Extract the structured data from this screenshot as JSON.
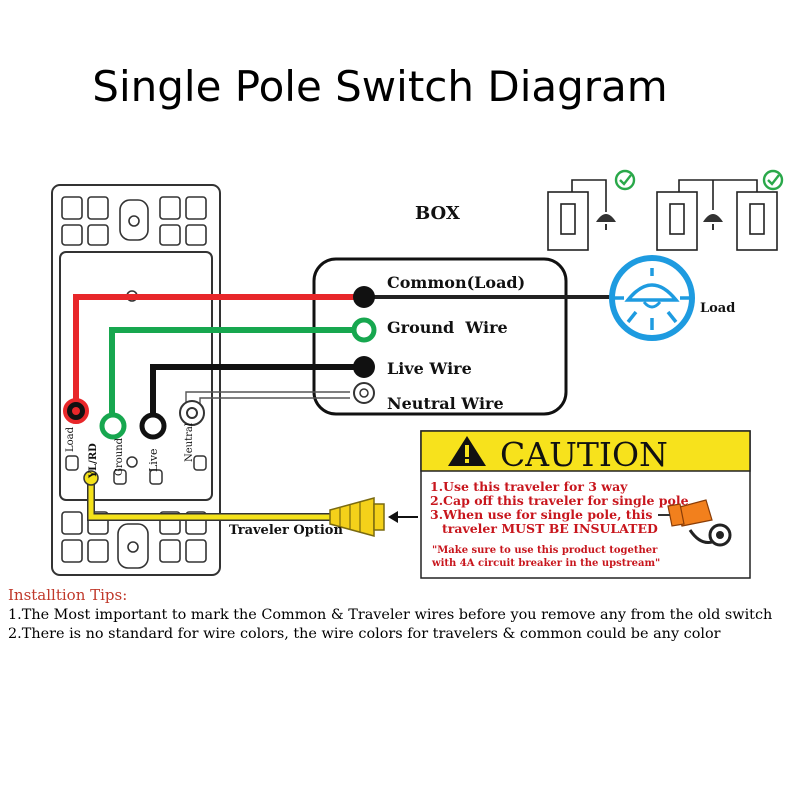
{
  "title": "Single Pole Switch Diagram",
  "box_label": "BOX",
  "wires": {
    "common": "Common(Load)",
    "ground": "Ground  Wire",
    "live": "Live Wire",
    "neutral": "Neutral Wire"
  },
  "load_label": "Load",
  "terminals": {
    "load": "Load",
    "ground": "Ground",
    "live": "Live",
    "neutral": "Neutral",
    "traveler": "YL/RD"
  },
  "traveler_option": "Traveler Option",
  "caution": {
    "heading": "CAUTION",
    "items": [
      "1.Use this traveler for 3 way",
      "2.Cap off this traveler for single pole",
      "3.When use for single pole, this",
      "traveler MUST BE INSULATED"
    ],
    "note": [
      "\"Make sure to use this product together",
      "with 4A circuit breaker in the upstream\""
    ]
  },
  "tips": {
    "title": "Installtion Tips:",
    "lines": [
      "1.The Most important to mark the Common & Traveler wires before you remove any from the old switch",
      "2.There is no standard for wire colors, the wire colors for travelers & common could be any color"
    ]
  },
  "colors": {
    "common_wire": "#e8272a",
    "ground_wire": "#17a74f",
    "live_wire": "#111111",
    "traveler_wire": "#f4e21a",
    "caution_bg": "#f7e21c",
    "caution_text": "#c8161d",
    "lamp": "#1e9be0",
    "check": "#2aa84a"
  },
  "icons": [
    "lamp-icon",
    "check-icon",
    "bulb-icon",
    "wire-nut-icon",
    "arrow-left-icon",
    "warning-triangle-icon"
  ]
}
